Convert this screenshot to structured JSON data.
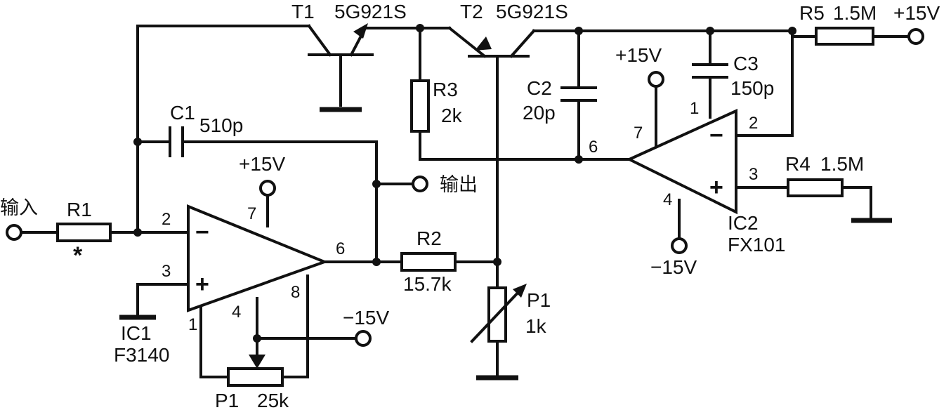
{
  "transistors": {
    "t1": {
      "ref": "T1",
      "part": "5G921S"
    },
    "t2": {
      "ref": "T2",
      "part": "5G921S"
    }
  },
  "resistors": {
    "r1": {
      "ref": "R1",
      "value": "",
      "mark": "*"
    },
    "r2": {
      "ref": "R2",
      "value": "15.7k",
      "ref_color": "#6b2a2a"
    },
    "r3": {
      "ref": "R3",
      "value": "2k"
    },
    "r4": {
      "ref": "R4",
      "value": "1.5M"
    },
    "r5": {
      "ref": "R5",
      "value": "1.5M"
    }
  },
  "capacitors": {
    "c1": {
      "ref": "C1",
      "value": "510p"
    },
    "c2": {
      "ref": "C2",
      "value": "20p"
    },
    "c3": {
      "ref": "C3",
      "value": "150p"
    }
  },
  "potentiometers": {
    "p1_trim": {
      "ref": "P1",
      "value": "25k"
    },
    "p1_var": {
      "ref": "P1",
      "value": "1k"
    }
  },
  "opamps": {
    "ic1": {
      "ref": "IC1",
      "part": "F3140",
      "pins": {
        "inv": "2",
        "noninv": "3",
        "out": "6",
        "vplus": "7",
        "vminus": "4",
        "null1": "1",
        "null2": "8"
      },
      "minus": "−",
      "plus": "+"
    },
    "ic2": {
      "ref": "IC2",
      "part": "FX101",
      "pins": {
        "inv": "2",
        "noninv": "3",
        "out": "6",
        "vplus": "7",
        "vminus": "4",
        "comp": "1"
      },
      "minus": "−",
      "plus": "+"
    }
  },
  "supplies": {
    "ic1_pos": "+15V",
    "ic1_neg": "−15V",
    "ic2_pos": "+15V",
    "ic2_neg": "−15V",
    "r5_rail": "+15V"
  },
  "ports": {
    "input": "输入",
    "output": "输出"
  }
}
